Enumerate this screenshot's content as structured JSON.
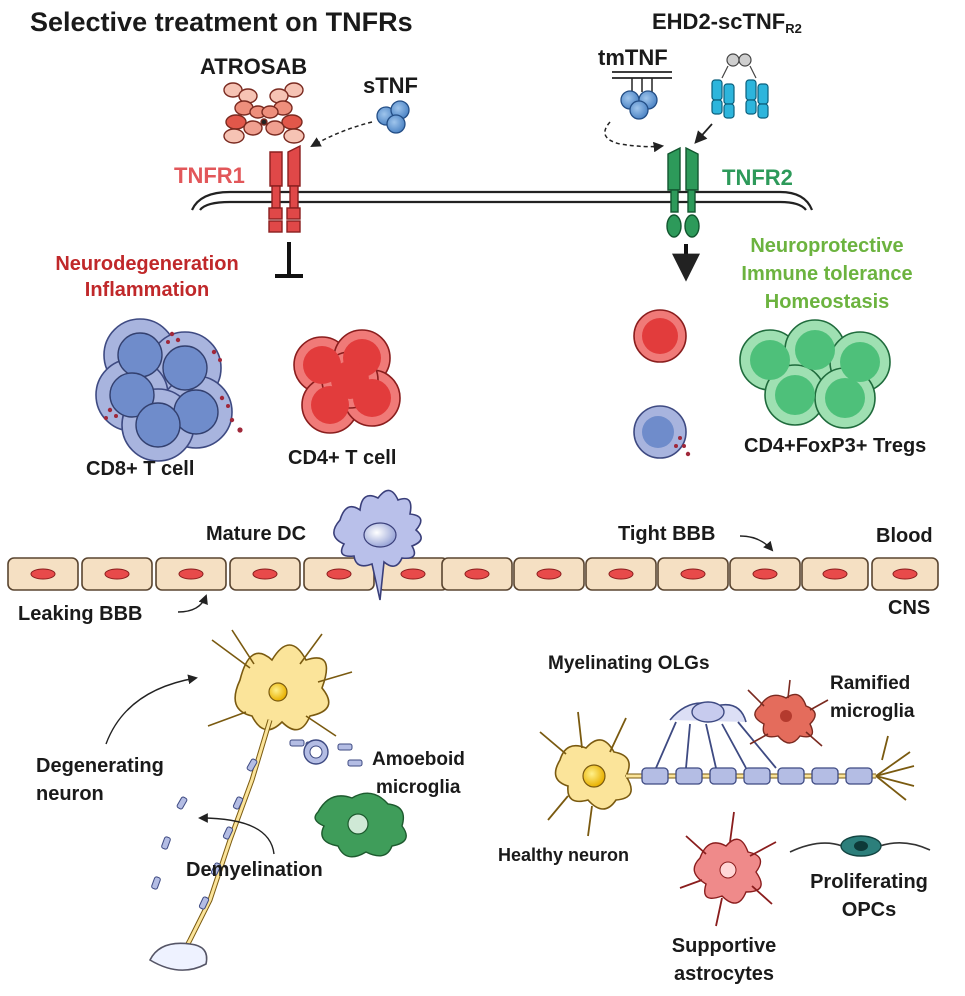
{
  "title": "Selective treatment on TNFRs",
  "left": {
    "atrosab": "ATROSAB",
    "stnf": "sTNF",
    "receptor": "TNFR1",
    "effect_line1": "Neurodegeneration",
    "effect_line2": "Inflammation",
    "cd8_label": "CD8+ T cell",
    "cd4_label": "CD4+ T cell"
  },
  "right": {
    "ehd2": "EHD2-scTNF",
    "ehd2_sub": "R2",
    "tmtnf": "tmTNF",
    "receptor": "TNFR2",
    "effect_line1": "Neuroprotective",
    "effect_line2": "Immune tolerance",
    "effect_line3": "Homeostasis",
    "treg_label": "CD4+FoxP3+ Tregs"
  },
  "barrier": {
    "mature_dc": "Mature DC",
    "tight_bbb": "Tight BBB",
    "blood": "Blood",
    "leaking_bbb": "Leaking BBB",
    "cns": "CNS"
  },
  "cns_left": {
    "degenerating_1": "Degenerating",
    "degenerating_2": "neuron",
    "amoeboid_1": "Amoeboid",
    "amoeboid_2": "microglia",
    "demyelination": "Demyelination"
  },
  "cns_right": {
    "myelinating": "Myelinating OLGs",
    "ramified_1": "Ramified",
    "ramified_2": "microglia",
    "healthy": "Healthy neuron",
    "proliferating_1": "Proliferating",
    "proliferating_2": "OPCs",
    "supportive_1": "Supportive",
    "supportive_2": "astrocytes"
  },
  "colors": {
    "tnfr1": "#e2575a",
    "tnfr2": "#2d9a5a",
    "red_text": "#c0282a",
    "green_text": "#6cb33f",
    "cd8_cell": "#9aaad6",
    "cd4_cell": "#e85a5a",
    "treg_cell": "#6fca8a",
    "endothelium": "#f3dfc0",
    "neuron": "#fbe49a"
  }
}
